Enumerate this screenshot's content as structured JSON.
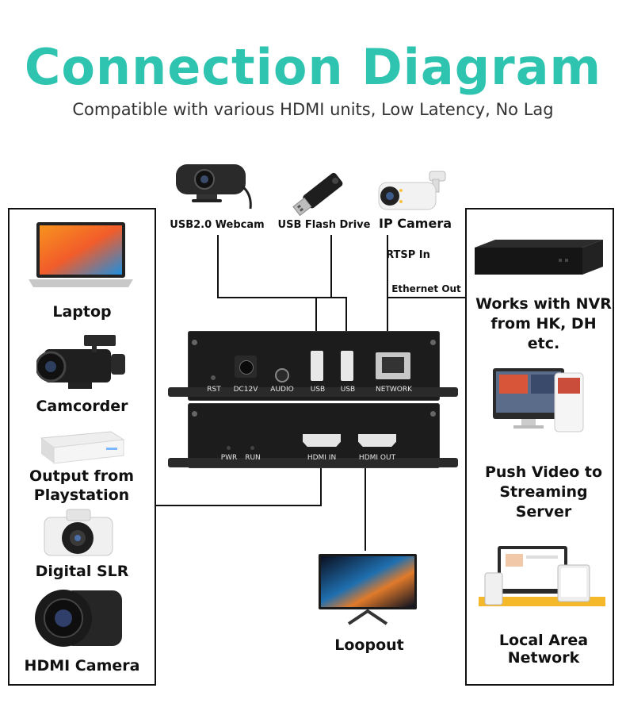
{
  "header": {
    "title": "Connection Diagram",
    "subtitle": "Compatible with various HDMI units, Low Latency, No Lag"
  },
  "top_devices": [
    {
      "label": "USB2.0 Webcam",
      "icon": "webcam-icon"
    },
    {
      "label": "USB Flash Drive",
      "icon": "usb-flash-drive-icon"
    },
    {
      "label": "IP Camera",
      "icon": "ip-camera-icon"
    }
  ],
  "connections": {
    "rtsp_in": "RTSP In",
    "ethernet_out": "Ethernet Out"
  },
  "left_sources": [
    {
      "label": "Laptop",
      "icon": "laptop-icon"
    },
    {
      "label": "Camcorder",
      "icon": "camcorder-icon"
    },
    {
      "label": "Output from Playstation",
      "icon": "playstation-icon"
    },
    {
      "label": "Digital SLR",
      "icon": "dslr-camera-icon"
    },
    {
      "label": "HDMI Camera",
      "icon": "hdmi-camera-icon"
    }
  ],
  "right_outputs": [
    {
      "label": "Works with NVR from HK, DH etc.",
      "icon": "nvr-icon"
    },
    {
      "label": "Push Video to Streaming Server",
      "icon": "streaming-screens-icon"
    },
    {
      "label": "Local Area Network",
      "icon": "lan-devices-icon"
    }
  ],
  "device": {
    "top_ports": [
      "RST",
      "DC12V",
      "AUDIO",
      "USB",
      "USB",
      "NETWORK"
    ],
    "bottom_ports": [
      "PWR",
      "RUN",
      "HDMI IN",
      "HDMI OUT"
    ],
    "color": "#1c1c1c"
  },
  "loopout": {
    "label": "Loopout",
    "icon": "monitor-icon"
  },
  "colors": {
    "accent": "#2ec4b0",
    "line": "#111111"
  }
}
